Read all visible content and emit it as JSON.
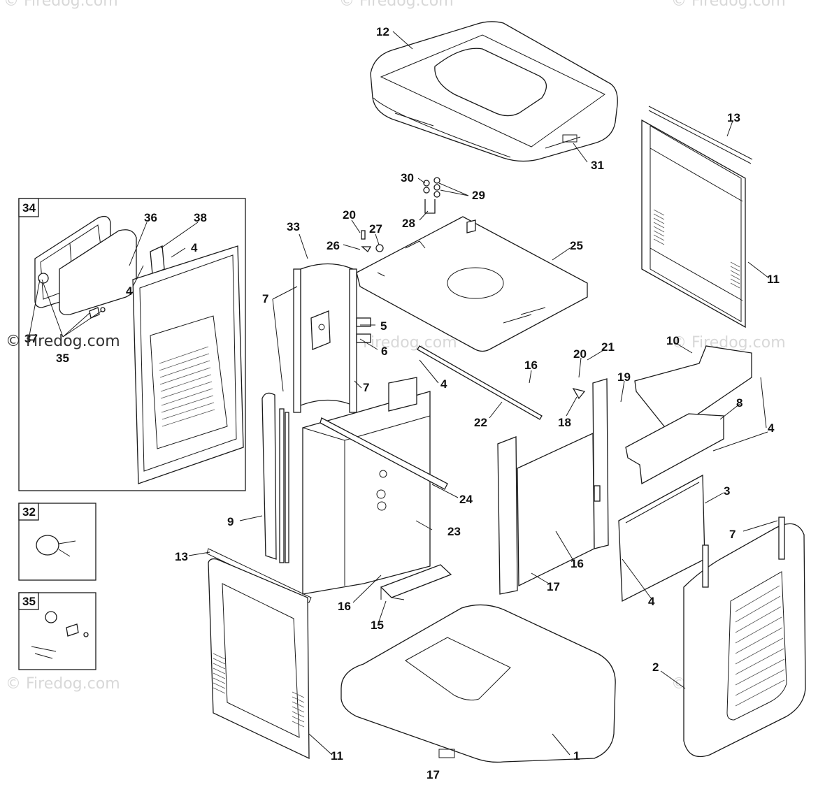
{
  "watermarks": {
    "main": "© Firedog.com",
    "faint": "© Firedog.com"
  },
  "callouts": {
    "c12": "12",
    "c13_top": "13",
    "c31": "31",
    "c30": "30",
    "c29": "29",
    "c28": "28",
    "c20_left": "20",
    "c27": "27",
    "c26": "26",
    "c25": "25",
    "c33": "33",
    "c11_right": "11",
    "c7_left": "7",
    "c5": "5",
    "c6": "6",
    "c4_mid": "4",
    "c7_mid": "7",
    "c16_mid": "16",
    "c20_right": "20",
    "c21": "21",
    "c10": "10",
    "c19": "19",
    "c22": "22",
    "c18": "18",
    "c8": "8",
    "c4_right": "4",
    "c24": "24",
    "c3": "3",
    "c9": "9",
    "c23": "23",
    "c13_left": "13",
    "c16_right": "16",
    "c17": "17",
    "c7_right": "7",
    "c16_low": "16",
    "c4_low": "4",
    "c15": "15",
    "c2": "2",
    "c11_low": "11",
    "c1": "1",
    "c17_bottom": "17",
    "c36": "36",
    "c38": "38",
    "c4_box_a": "4",
    "c4_box_b": "4",
    "c37": "37",
    "c35_box": "35"
  },
  "boxes": {
    "box34": "34",
    "box32": "32",
    "box35": "35"
  },
  "icons": [
    "firedog-watermark",
    "lid-part",
    "panel-part",
    "key-part",
    "lock-part"
  ]
}
